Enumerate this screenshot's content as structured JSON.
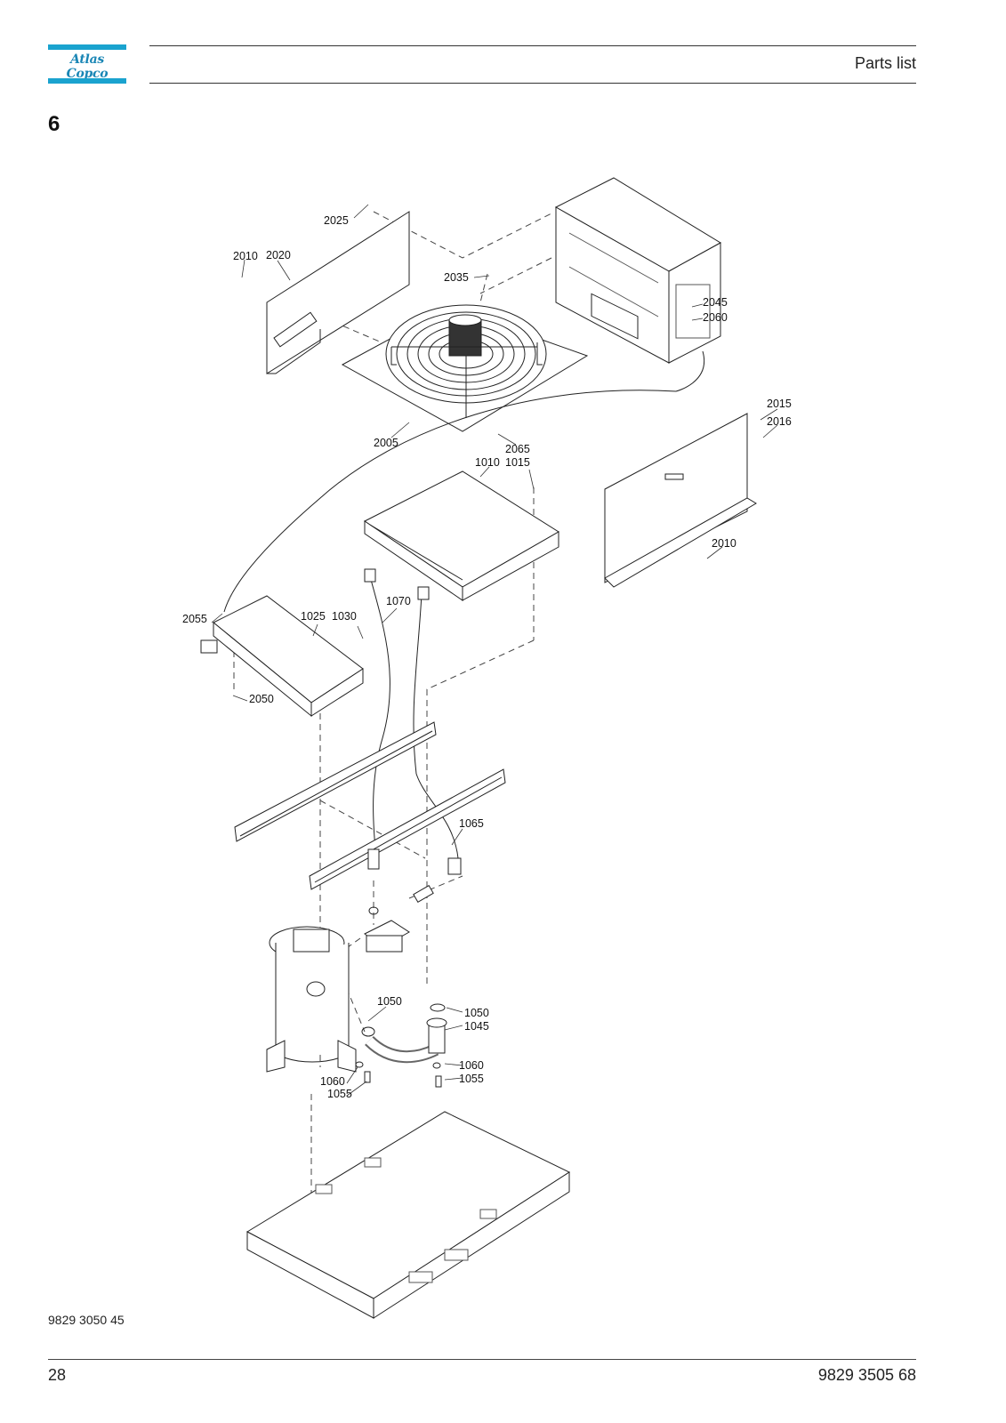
{
  "header": {
    "brand": "Atlas Copco",
    "title": "Parts list"
  },
  "section": {
    "number": "6"
  },
  "drawing": {
    "callouts": [
      "2025",
      "2010",
      "2020",
      "2035",
      "2045",
      "2060",
      "2005",
      "2065",
      "2015",
      "2016",
      "1010",
      "1015",
      "2010",
      "1070",
      "2055",
      "1025",
      "1030",
      "2050",
      "1065",
      "1050",
      "1050",
      "1045",
      "1060",
      "1055",
      "1060",
      "1055"
    ]
  },
  "footer": {
    "doc_ref": "9829 3050 45",
    "page": "28",
    "doc_number": "9829 3505 68"
  },
  "colors": {
    "brand_blue": "#1aa3cf",
    "line": "#333333"
  }
}
